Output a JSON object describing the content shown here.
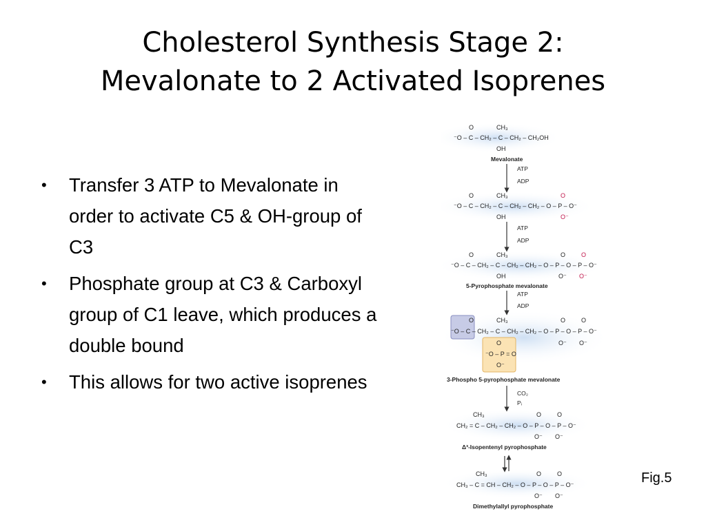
{
  "title": {
    "line1": "Cholesterol Synthesis Stage 2:",
    "line2": "Mevalonate to 2 Activated Isoprenes"
  },
  "bullets": [
    "Transfer 3 ATP to Mevalonate in order to activate C5 & OH-group of C3",
    "Phosphate group at C3 & Carboxyl group of C1 leave, which produces a double bound",
    "This allows for two active isoprenes"
  ],
  "bullet_glyph": "•",
  "figure_label": "Fig.5",
  "figure": {
    "molecules": [
      {
        "name": "Mevalonate",
        "top": [
          "O",
          "CH₃"
        ],
        "formula": "⁻O – C – CH₂ – C – CH₂ – CH₂OH",
        "bottom": [
          "OH"
        ]
      },
      {
        "name": "",
        "top": [
          "O",
          "CH₃",
          "O"
        ],
        "formula": "⁻O – C – CH₂ – C – CH₂ – CH₂ – O – P – O⁻",
        "bottom": [
          "OH",
          "O⁻"
        ]
      },
      {
        "name": "5-Pyrophosphate mevalonate",
        "top": [
          "O",
          "CH₃",
          "O",
          "O"
        ],
        "formula": "⁻O – C – CH₂ – C – CH₂ – CH₂ – O – P – O – P – O⁻",
        "bottom": [
          "OH",
          "O⁻",
          "O⁻"
        ]
      },
      {
        "name": "3-Phospho 5-pyrophosphate mevalonate",
        "top": [
          "O",
          "CH₃",
          "O",
          "O"
        ],
        "formula": "⁻O – C – CH₂ – C – CH₂ – CH₂ – O – P – O – P – O⁻",
        "bottom": [
          "O",
          "⁻O – P = O",
          "O⁻",
          "O⁻",
          "O⁻"
        ]
      },
      {
        "name": "Δ³-Isopentenyl pyrophosphate",
        "top": [
          "CH₃",
          "O",
          "O"
        ],
        "formula": "CH₂ = C – CH₂ – CH₂ – O – P – O – P – O⁻",
        "bottom": [
          "O⁻",
          "O⁻"
        ]
      },
      {
        "name": "Dimethylallyl pyrophosphate",
        "top": [
          "CH₃",
          "O",
          "O"
        ],
        "formula": "CH₃ – C = CH – CH₂ – O – P – O – P – O⁻",
        "bottom": [
          "O⁻",
          "O⁻"
        ]
      }
    ],
    "steps": [
      {
        "inputs": [
          "ATP"
        ],
        "outputs": [
          "ADP"
        ]
      },
      {
        "inputs": [
          "ATP"
        ],
        "outputs": [
          "ADP"
        ]
      },
      {
        "inputs": [
          "ATP"
        ],
        "outputs": [
          "ADP"
        ]
      },
      {
        "inputs": [],
        "outputs": [
          "CO₂",
          "Pᵢ"
        ]
      }
    ]
  }
}
